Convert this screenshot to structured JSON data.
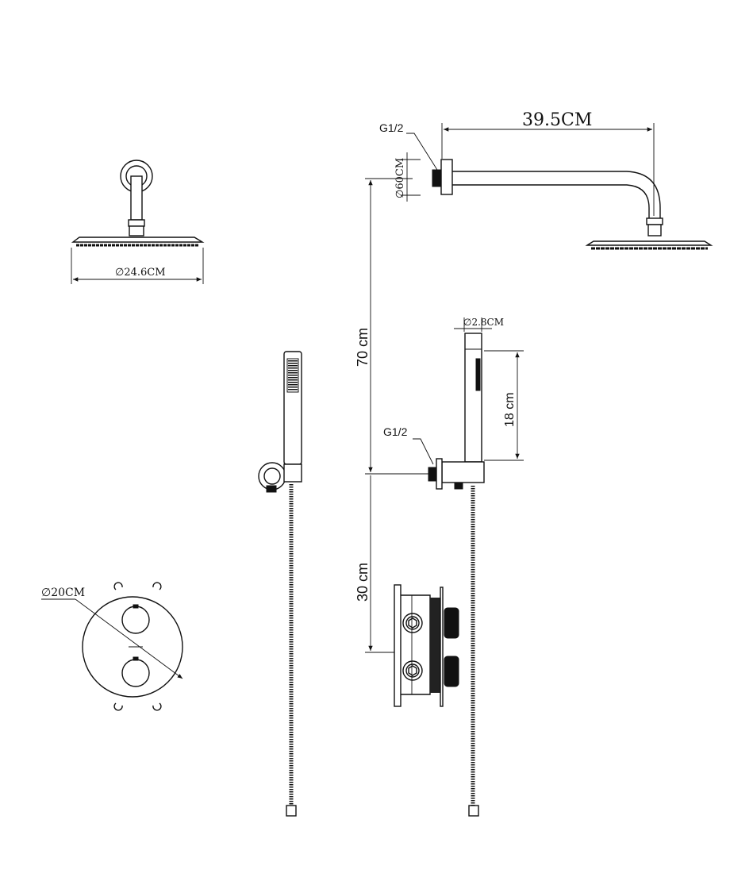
{
  "title": "Shower system dimension drawing",
  "dimensions": {
    "arm_length": "39.5CM",
    "flange_diameter": "∅60CM",
    "head_diameter": "∅24.6CM",
    "thread_top": "G1/2",
    "thread_outlet": "G1/2",
    "height_head_to_outlet": "70 cm",
    "height_outlet_to_valve": "30 cm",
    "handheld_diameter": "∅2.8CM",
    "handheld_length": "18 cm",
    "valve_plate_diameter": "∅20CM"
  }
}
